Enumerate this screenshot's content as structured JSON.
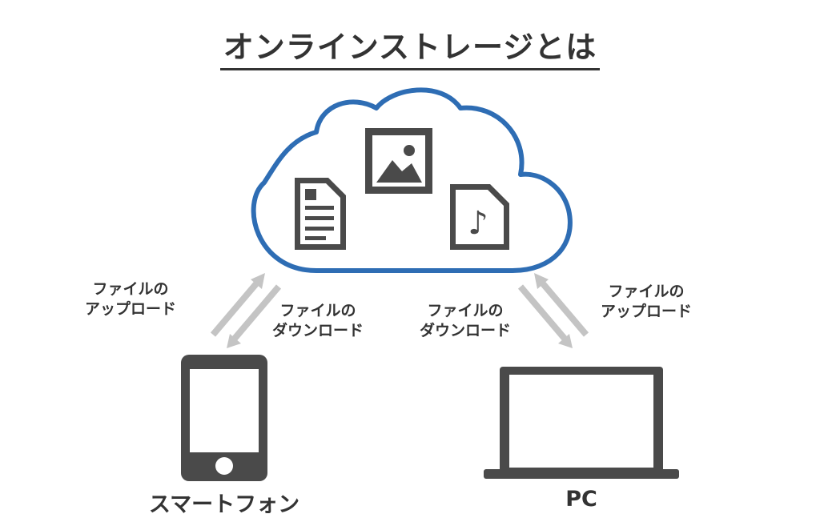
{
  "title": "オンラインストレージとは",
  "labels": {
    "left_upload": [
      "ファイルの",
      "アップロード"
    ],
    "left_download": [
      "ファイルの",
      "ダウンロード"
    ],
    "right_download": [
      "ファイルの",
      "ダウンロード"
    ],
    "right_upload": [
      "ファイルの",
      "アップロード"
    ]
  },
  "devices": {
    "smartphone": "スマートフォン",
    "pc": "PC"
  },
  "colors": {
    "cloud_outline": "#2e6db4",
    "icon_dark": "#4a4a4a",
    "arrow_gray": "#c4c4c4",
    "text": "#333333"
  },
  "icons": [
    "cloud-icon",
    "document-icon",
    "image-icon",
    "music-file-icon",
    "smartphone-icon",
    "laptop-icon"
  ]
}
